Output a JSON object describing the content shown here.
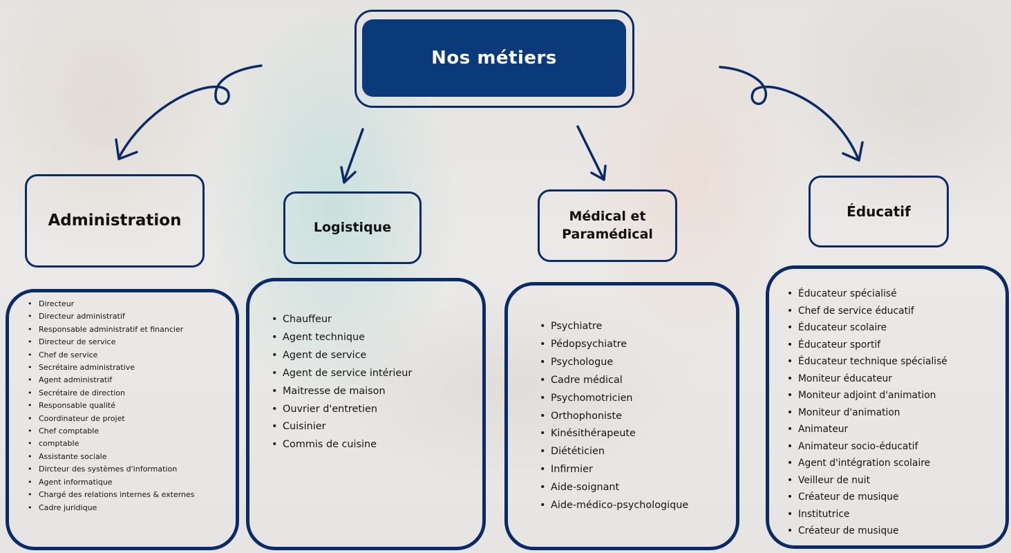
{
  "title": "Nos métiers",
  "colors": {
    "primary": "#0b3a7a",
    "outline": "#0b2b66",
    "title_text": "#ffffff"
  },
  "categories": [
    {
      "label_line1": "Administration",
      "label_line2": "",
      "items": [
        "Directeur",
        "Directeur administratif",
        "Responsable administratif et financier",
        "Directeur de service",
        "Chef de service",
        "Secrétaire administrative",
        "Agent administratif",
        "Secrétaire de direction",
        "Responsable qualité",
        "Coordinateur de projet",
        "Chef comptable",
        "comptable",
        "Assistante sociale",
        "Dircteur des systèmes d'information",
        "Agent informatique",
        " Chargé des relations internes & externes",
        "Cadre juridique"
      ]
    },
    {
      "label_line1": "Logistique",
      "label_line2": "",
      "items": [
        "Chauffeur",
        "Agent technique",
        "Agent de service",
        "Agent de service intérieur",
        "Maitresse de maison",
        "Ouvrier d'entretien",
        "Cuisinier",
        "Commis de cuisine"
      ]
    },
    {
      "label_line1": "Médical et",
      "label_line2": "Paramédical",
      "items": [
        "Psychiatre",
        "Pédopsychiatre",
        "Psychologue",
        "Cadre médical",
        "Psychomotricien",
        "Orthophoniste",
        "Kinésithérapeute",
        "Diététicien",
        "Infirmier",
        "Aide-soignant",
        "Aide-médico-psychologique"
      ]
    },
    {
      "label_line1": "Éducatif",
      "label_line2": "",
      "items": [
        "Éducateur spécialisé",
        "Chef de service éducatif",
        "Éducateur scolaire",
        "Éducateur sportif",
        "Éducateur technique spécialisé",
        "Moniteur éducateur",
        "Moniteur adjoint d'animation",
        "Moniteur d'animation",
        "Animateur",
        "Animateur socio-éducatif",
        "Agent d'intégration scolaire",
        "Veilleur de nuit",
        "Créateur de musique",
        "Institutrice",
        "Créateur de musique"
      ]
    }
  ]
}
